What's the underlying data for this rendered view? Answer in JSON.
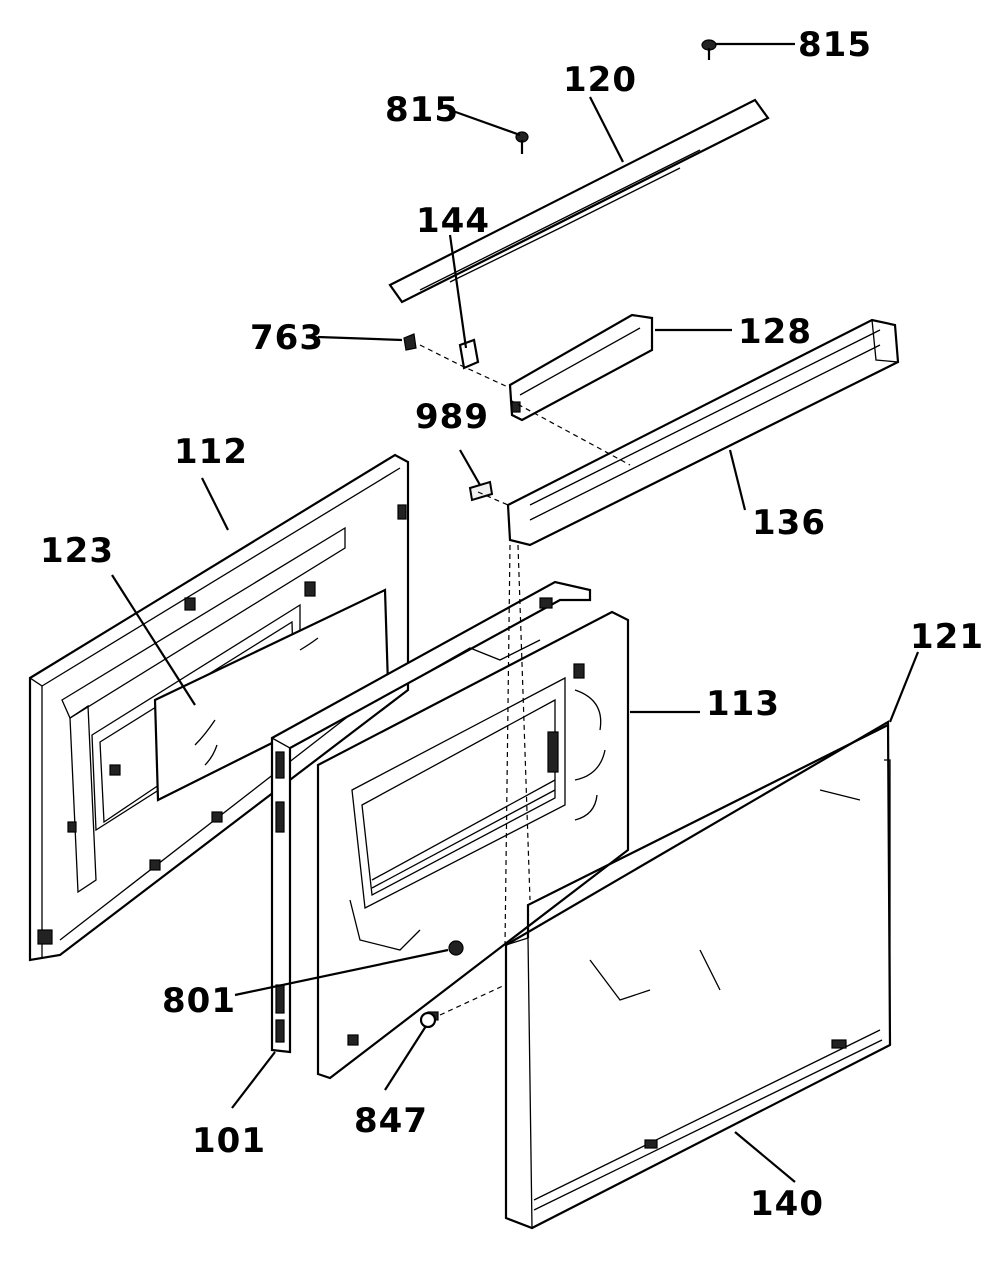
{
  "diagram": {
    "labels": {
      "p815a": "815",
      "p815b": "815",
      "p120": "120",
      "p144": "144",
      "p763": "763",
      "p128": "128",
      "p989": "989",
      "p136": "136",
      "p112": "112",
      "p123": "123",
      "p121": "121",
      "p113": "113",
      "p801": "801",
      "p847": "847",
      "p101": "101",
      "p140": "140"
    }
  }
}
